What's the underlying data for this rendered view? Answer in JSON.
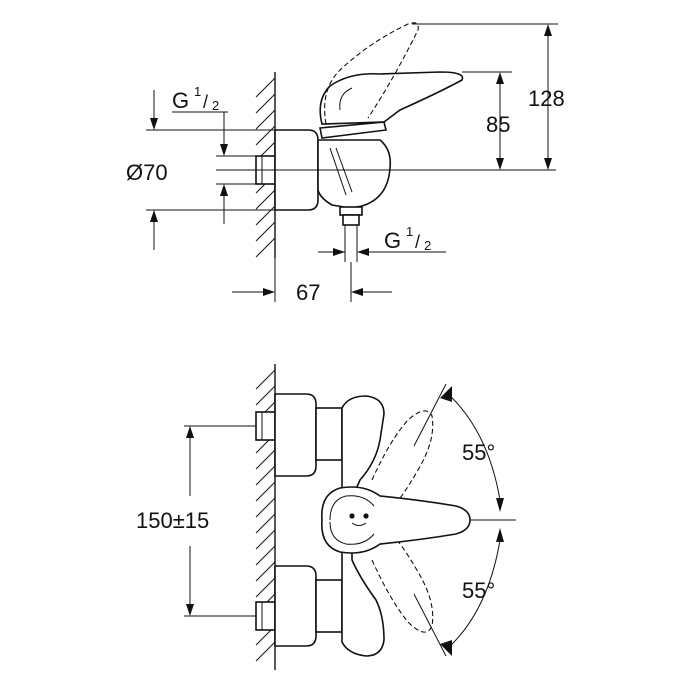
{
  "side_view": {
    "thread_top_label": "G",
    "thread_top_sup": "1",
    "thread_top_sub": "2",
    "diameter_label": "Ø70",
    "thread_bottom_label": "G",
    "thread_bottom_sup": "1",
    "thread_bottom_sub": "2",
    "dim_depth": "67",
    "dim_height_small": "85",
    "dim_height_large": "128"
  },
  "front_view": {
    "centers_label": "150±15",
    "angle_upper": "55°",
    "angle_lower": "55°"
  }
}
